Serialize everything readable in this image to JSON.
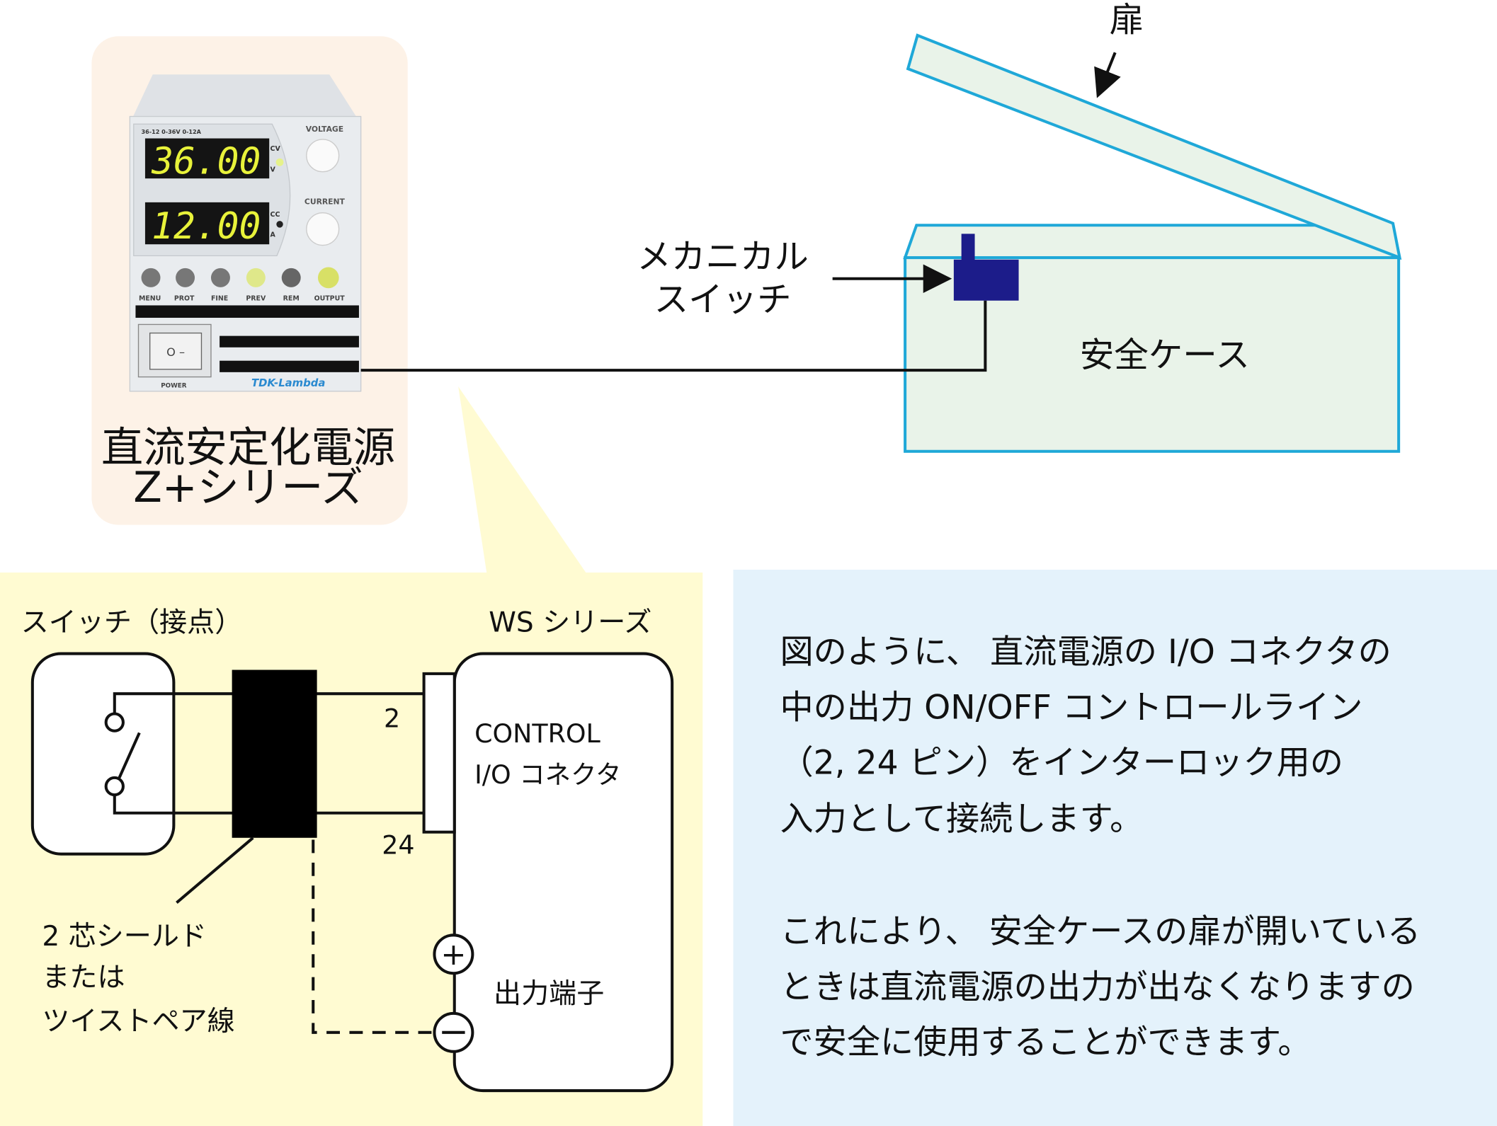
{
  "power_supply": {
    "title_line1": "直流安定化電源",
    "title_line2": "Z+シリーズ",
    "model_label": "36-12  0-36V 0-12A",
    "voltage_display": "36.00",
    "current_display": "12.00",
    "voltage_knob_label": "VOLTAGE",
    "current_knob_label": "CURRENT",
    "buttons": [
      "MENU",
      "PROT",
      "FINE",
      "PREV",
      "REM",
      "OUTPUT"
    ],
    "power_label": "POWER",
    "brand": "TDK-Lambda",
    "cv_label": "CV",
    "v_label": "V",
    "cc_label": "CC",
    "a_label": "A"
  },
  "safety_case": {
    "door_label": "扉",
    "switch_label_line1": "メカニカル",
    "switch_label_line2": "スイッチ",
    "case_label": "安全ケース"
  },
  "wiring": {
    "switch_label": "スイッチ（接点）",
    "series_label": "WS シリーズ",
    "pin_2": "2",
    "pin_24": "24",
    "connector_line1": "CONTROL",
    "connector_line2": "I/O コネクタ",
    "output_terminal": "出力端子",
    "cable_line1": "2 芯シールド",
    "cable_line2": "または",
    "cable_line3": "ツイストペア線"
  },
  "description": {
    "paragraph1": [
      "図のように、 直流電源の I/O コネクタの",
      "中の出力 ON/OFF コントロールライン",
      "（2, 24 ピン）をインターロック用の",
      "入力として接続します。"
    ],
    "paragraph2": [
      "これにより、 安全ケースの扉が開いている",
      "ときは直流電源の出力が出なくなりますの",
      "で安全に使用することができます。"
    ]
  },
  "colors": {
    "peach_bg": "#fdf2e7",
    "yellow_bg": "#fffbd2",
    "blue_bg": "#e4f2fb",
    "case_stroke": "#1fa8d8",
    "case_fill": "#e9f3e9",
    "switch_navy": "#1c1c8a"
  }
}
